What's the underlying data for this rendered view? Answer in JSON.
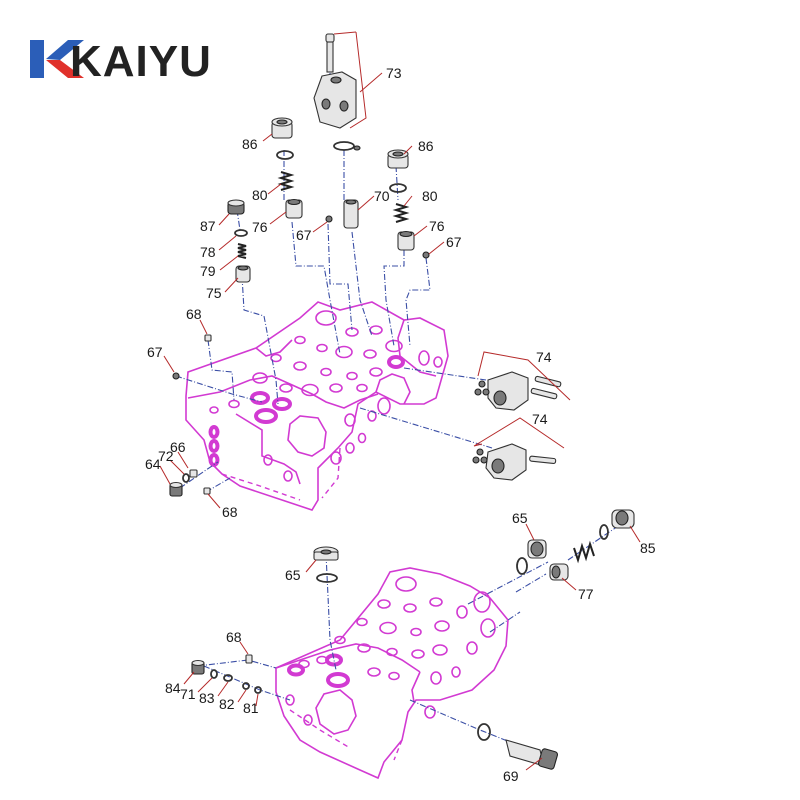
{
  "brand": {
    "name": "KAIYU",
    "colors": {
      "logo_blue": "#2b5eb8",
      "logo_red": "#e0312b",
      "logo_text": "#222222",
      "body_outline": "#d23ad2",
      "axis_line": "#3b4fa6",
      "leader_line": "#b52a2a"
    }
  },
  "labels": {
    "l73": "73",
    "l86a": "86",
    "l86b": "86",
    "l80a": "80",
    "l80b": "80",
    "l70": "70",
    "l87": "87",
    "l76a": "76",
    "l76b": "76",
    "l67a": "67",
    "l67b": "67",
    "l67c": "67",
    "l78": "78",
    "l79": "79",
    "l75": "75",
    "l68a": "68",
    "l68b": "68",
    "l68c": "68",
    "l74a": "74",
    "l74b": "74",
    "l66": "66",
    "l72": "72",
    "l64": "64",
    "l65a": "65",
    "l65b": "65",
    "l85": "85",
    "l77": "77",
    "l84": "84",
    "l71": "71",
    "l83": "83",
    "l82": "82",
    "l81": "81",
    "l69": "69"
  }
}
